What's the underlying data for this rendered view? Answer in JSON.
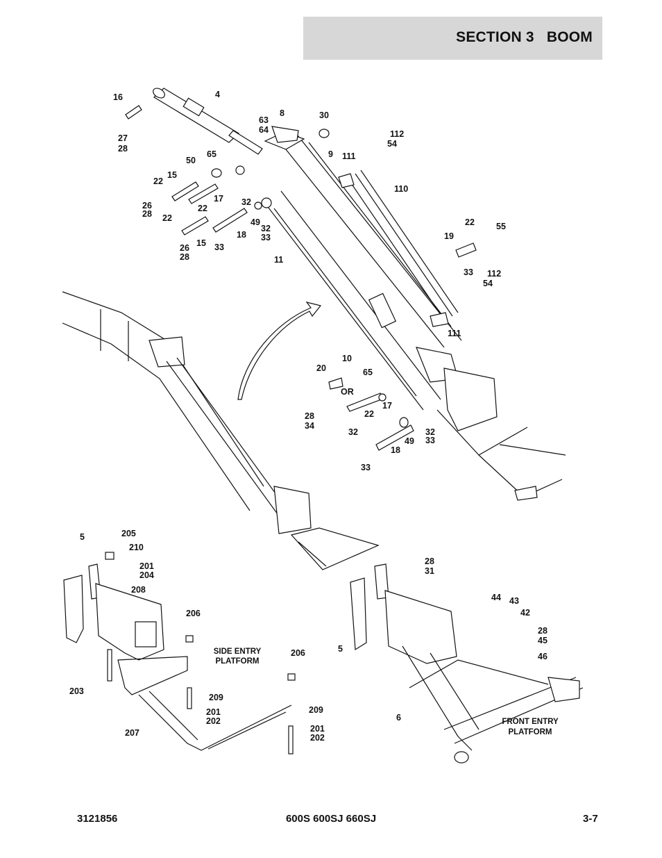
{
  "header": {
    "section_title": "SECTION 3   BOOM"
  },
  "callouts": {
    "top": [
      {
        "id": "c1",
        "text": "16"
      },
      {
        "id": "c2",
        "text": "4"
      },
      {
        "id": "c3",
        "text": "27"
      },
      {
        "id": "c4",
        "text": "28"
      },
      {
        "id": "c5",
        "text": "8"
      },
      {
        "id": "c6",
        "text": "30"
      },
      {
        "id": "c7",
        "text": "63"
      },
      {
        "id": "c8",
        "text": "64"
      },
      {
        "id": "c9",
        "text": "112"
      },
      {
        "id": "c10",
        "text": "54"
      },
      {
        "id": "c11",
        "text": "9"
      },
      {
        "id": "c12",
        "text": "111"
      },
      {
        "id": "c13",
        "text": "65"
      },
      {
        "id": "c14",
        "text": "50"
      },
      {
        "id": "c15",
        "text": "15"
      },
      {
        "id": "c16",
        "text": "22"
      },
      {
        "id": "c17",
        "text": "110"
      },
      {
        "id": "c18",
        "text": "17"
      },
      {
        "id": "c19",
        "text": "32"
      },
      {
        "id": "c20",
        "text": "26"
      },
      {
        "id": "c21",
        "text": "28"
      },
      {
        "id": "c22",
        "text": "22"
      },
      {
        "id": "c23",
        "text": "22"
      },
      {
        "id": "c24",
        "text": "49"
      },
      {
        "id": "c25",
        "text": "32"
      },
      {
        "id": "c26",
        "text": "33"
      },
      {
        "id": "c27",
        "text": "18"
      },
      {
        "id": "c28",
        "text": "15"
      },
      {
        "id": "c29",
        "text": "33"
      },
      {
        "id": "c30",
        "text": "26"
      },
      {
        "id": "c31",
        "text": "28"
      },
      {
        "id": "c32",
        "text": "11"
      },
      {
        "id": "c33",
        "text": "22"
      },
      {
        "id": "c34",
        "text": "55"
      },
      {
        "id": "c35",
        "text": "19"
      },
      {
        "id": "c36",
        "text": "33"
      },
      {
        "id": "c37",
        "text": "112"
      },
      {
        "id": "c38",
        "text": "54"
      },
      {
        "id": "c39",
        "text": "111"
      },
      {
        "id": "c40",
        "text": "10"
      },
      {
        "id": "c41",
        "text": "20"
      },
      {
        "id": "c42",
        "text": "65"
      },
      {
        "id": "c43",
        "text": "OR"
      },
      {
        "id": "c44",
        "text": "17"
      },
      {
        "id": "c45",
        "text": "28"
      },
      {
        "id": "c46",
        "text": "34"
      },
      {
        "id": "c47",
        "text": "22"
      },
      {
        "id": "c48",
        "text": "32"
      },
      {
        "id": "c49",
        "text": "49"
      },
      {
        "id": "c50",
        "text": "32"
      },
      {
        "id": "c51",
        "text": "33"
      },
      {
        "id": "c52",
        "text": "18"
      },
      {
        "id": "c53",
        "text": "33"
      }
    ],
    "bottom_left": [
      {
        "id": "b1",
        "text": "5"
      },
      {
        "id": "b2",
        "text": "205"
      },
      {
        "id": "b3",
        "text": "210"
      },
      {
        "id": "b4",
        "text": "201"
      },
      {
        "id": "b5",
        "text": "204"
      },
      {
        "id": "b6",
        "text": "208"
      },
      {
        "id": "b7",
        "text": "206"
      },
      {
        "id": "b8",
        "text": "206"
      },
      {
        "id": "b9",
        "text": "203"
      },
      {
        "id": "b10",
        "text": "209"
      },
      {
        "id": "b11",
        "text": "201"
      },
      {
        "id": "b12",
        "text": "202"
      },
      {
        "id": "b13",
        "text": "209"
      },
      {
        "id": "b14",
        "text": "207"
      },
      {
        "id": "b15",
        "text": "201"
      },
      {
        "id": "b16",
        "text": "202"
      }
    ],
    "bottom_right": [
      {
        "id": "r1",
        "text": "28"
      },
      {
        "id": "r2",
        "text": "31"
      },
      {
        "id": "r3",
        "text": "44"
      },
      {
        "id": "r4",
        "text": "43"
      },
      {
        "id": "r5",
        "text": "42"
      },
      {
        "id": "r6",
        "text": "28"
      },
      {
        "id": "r7",
        "text": "45"
      },
      {
        "id": "r8",
        "text": "46"
      },
      {
        "id": "r9",
        "text": "5"
      },
      {
        "id": "r10",
        "text": "6"
      }
    ]
  },
  "captions": {
    "side_entry_1": "SIDE ENTRY",
    "side_entry_2": "PLATFORM",
    "front_entry_1": "FRONT ENTRY",
    "front_entry_2": "PLATFORM"
  },
  "footer": {
    "part_number": "3121856",
    "models": "600S 600SJ 660SJ",
    "page": "3-7"
  }
}
